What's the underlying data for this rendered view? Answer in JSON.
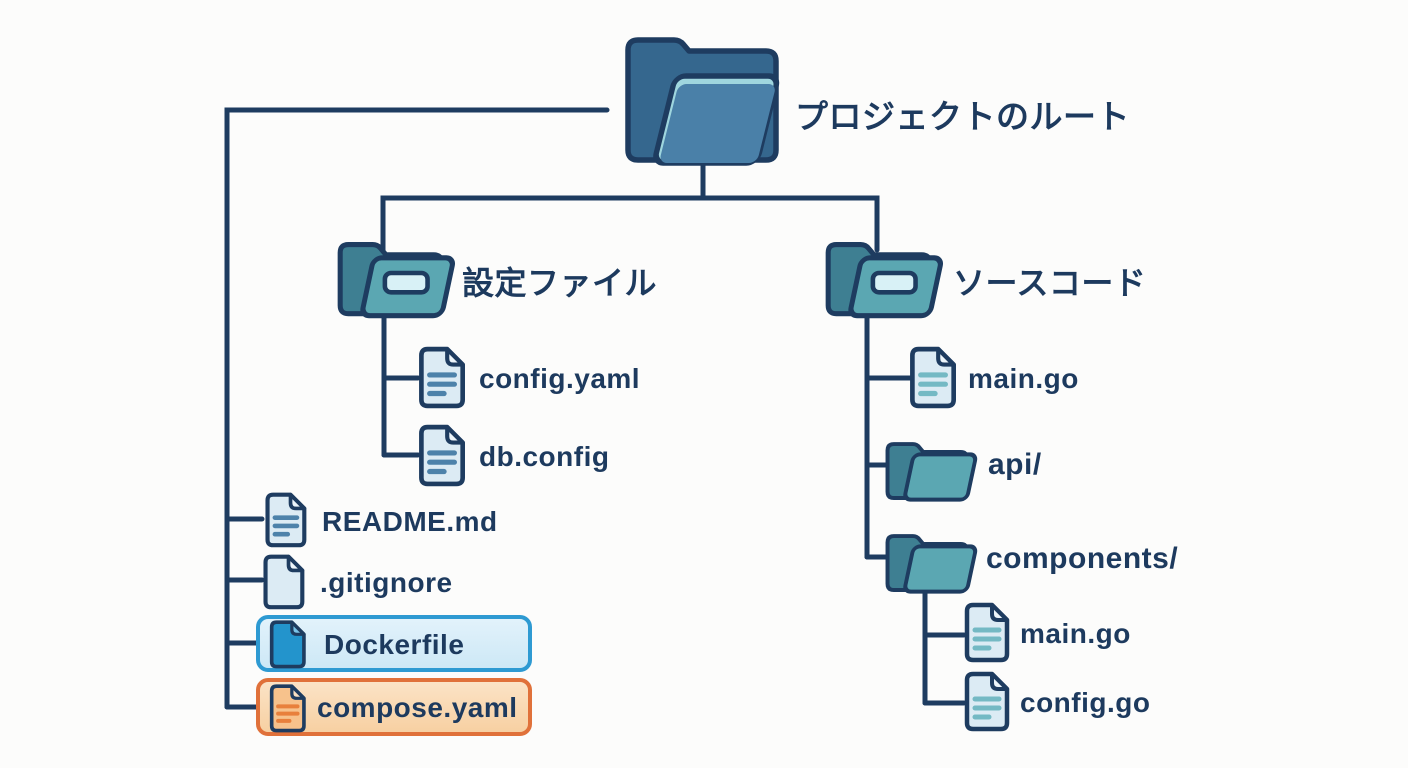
{
  "diagram_type": "file-tree",
  "colors": {
    "background": "#fcfcfb",
    "line": "#1e3c60",
    "text": "#1d3a5e",
    "folder_front": "#5ba7b2",
    "folder_back": "#3e7f92",
    "root_folder_front": "#4a80a8",
    "root_folder_back": "#35678e",
    "root_folder_edge": "#9fd6de",
    "doc_page": "#dcebf4",
    "doc_lines_steel": "#4d82aa",
    "doc_lines_teal": "#74b9c4",
    "dockerfile_highlight_border": "#2e9ad2",
    "dockerfile_highlight_fill": "#cde8f6",
    "dockerfile_icon_blue": "#2394cc",
    "compose_highlight_border": "#e0713a",
    "compose_highlight_fill": "#f7d0a2",
    "compose_icon_lines": "#e8803c"
  },
  "tree": {
    "root": {
      "label": "プロジェクトのルート",
      "icon": "folder-open-icon"
    },
    "config_folder": {
      "label": "設定ファイル",
      "icon": "folder-open-dash-icon",
      "files": [
        {
          "label": "config.yaml",
          "icon": "document-lines-icon"
        },
        {
          "label": "db.config",
          "icon": "document-lines-icon"
        }
      ]
    },
    "root_files": [
      {
        "label": "README.md",
        "icon": "document-lines-icon",
        "highlight": "none"
      },
      {
        "label": ".gitignore",
        "icon": "document-blank-icon",
        "highlight": "none"
      },
      {
        "label": "Dockerfile",
        "icon": "document-blue-icon",
        "highlight": "blue"
      },
      {
        "label": "compose.yaml",
        "icon": "document-orange-lines-icon",
        "highlight": "orange"
      }
    ],
    "source_folder": {
      "label": "ソースコード",
      "icon": "folder-open-dash-icon",
      "children": [
        {
          "label": "main.go",
          "icon": "document-lines-icon",
          "type": "file"
        },
        {
          "label": "api/",
          "icon": "folder-open-icon",
          "type": "folder"
        },
        {
          "label": "components/",
          "icon": "folder-open-icon",
          "type": "folder",
          "files": [
            {
              "label": "main.go",
              "icon": "document-lines-icon"
            },
            {
              "label": "config.go",
              "icon": "document-lines-icon"
            }
          ]
        }
      ]
    }
  }
}
